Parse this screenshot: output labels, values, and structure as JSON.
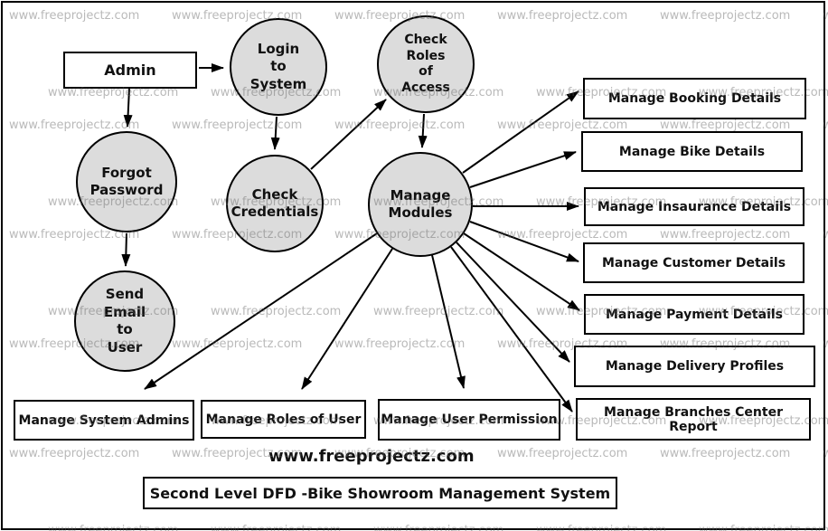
{
  "diagram_title": "Second Level DFD -Bike Showroom Management System",
  "watermark": {
    "tile_text": "www.freeprojectz.com",
    "center_text": "www.freeprojectz.com"
  },
  "nodes": {
    "admin": "Admin",
    "login": "Login\nto\nSystem",
    "check_roles": "Check\nRoles\nof\nAccess",
    "forgot_password": "Forgot\nPassword",
    "check_credentials": "Check\nCredentials",
    "manage_modules": "Manage\nModules",
    "send_email": "Send\nEmail\nto\nUser"
  },
  "boxes": {
    "booking": "Manage Booking Details",
    "bike": "Manage Bike Details",
    "insaurance": "Manage Insaurance Details",
    "customer": "Manage Customer Details",
    "payment": "Manage Payment Details",
    "delivery": "Manage Delivery Profiles",
    "branches": "Manage Branches Center Report",
    "system_admins": "Manage System Admins",
    "roles_of_user": "Manage Roles of User",
    "user_permission": "Manage User Permission"
  },
  "colors": {
    "process_fill": "#dcdcdc",
    "stroke": "#000000",
    "watermark_gray": "rgba(100,100,100,0.45)"
  }
}
